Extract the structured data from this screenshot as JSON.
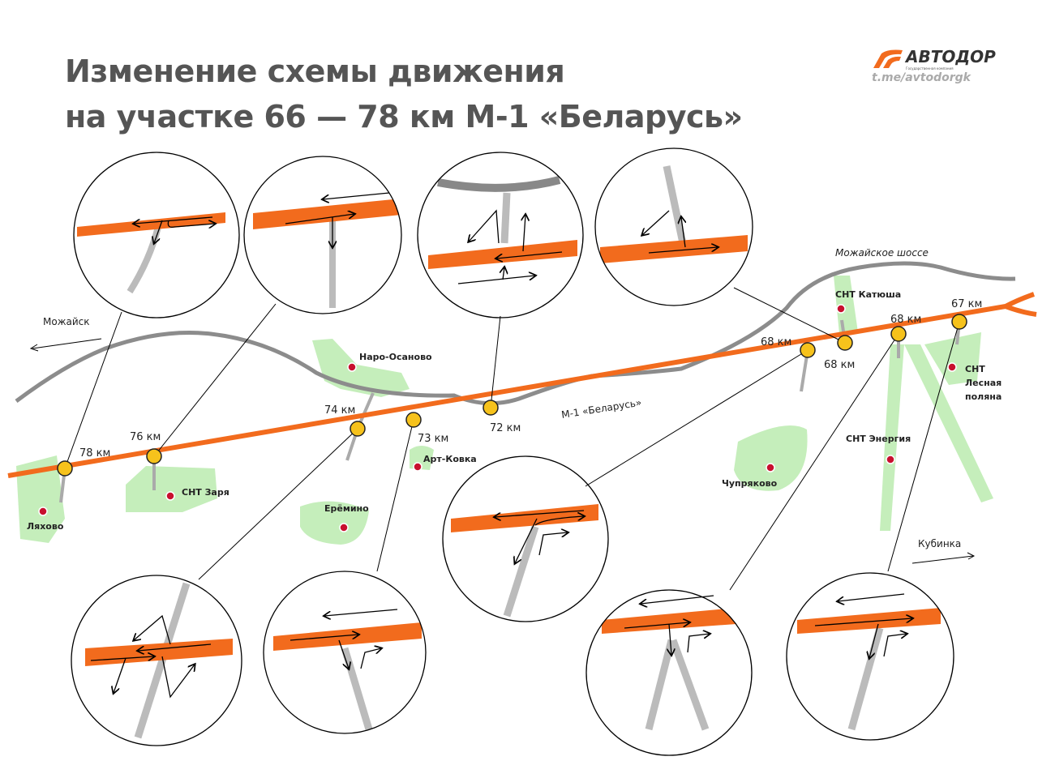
{
  "header": {
    "title_line1": "Изменение схемы движения",
    "title_line2": "на участке 66 — 78 км М-1 «Беларусь»"
  },
  "logo": {
    "name": "АВТОДОР",
    "subtitle": "Государственная компания",
    "link": "t.me/avtodorgk"
  },
  "roads": {
    "main": "М-1 «Беларусь»",
    "mozhayskoe": "Можайское шоссе",
    "to_mozhaysk": "Можайск",
    "to_kubinka": "Кубинка"
  },
  "km_marks": [
    "78 км",
    "76 км",
    "74 км",
    "73 км",
    "72 км",
    "68 км",
    "68 км",
    "68 км",
    "67 км"
  ],
  "places": [
    "Ляхово",
    "СНТ Заря",
    "Ерёмино",
    "Наро-Осаново",
    "Арт-Ковка",
    "Чупряково",
    "СНТ Катюша",
    "СНТ Энергия",
    "СНТ",
    "Лесная",
    "поляна"
  ],
  "colors": {
    "road": "#f26b1d",
    "secondary": "#999999",
    "green": "#c5eebb",
    "marker": "#f6c21c",
    "place": "#c8102e"
  }
}
